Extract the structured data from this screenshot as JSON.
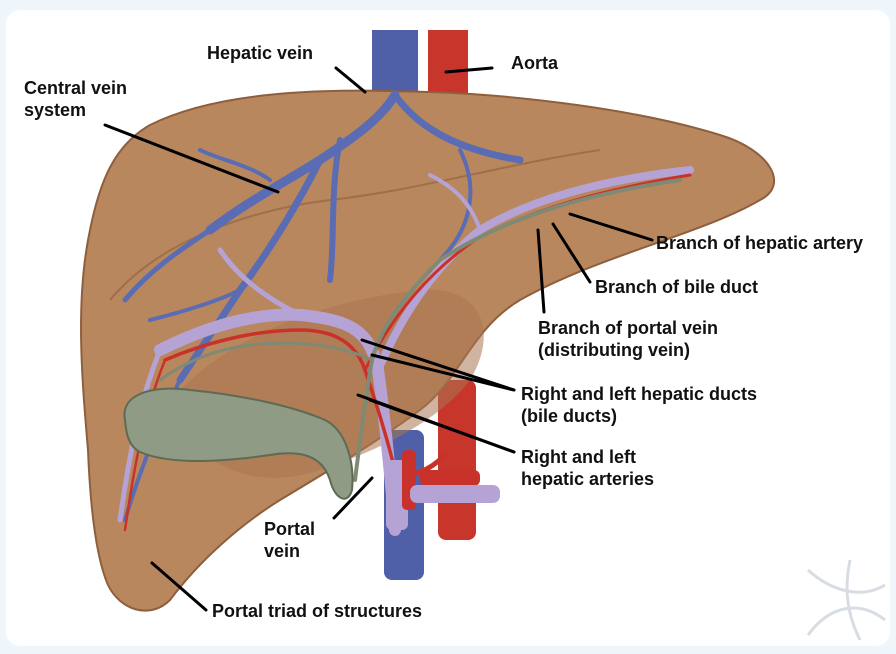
{
  "labels": {
    "hepatic_vein": "Hepatic vein",
    "aorta": "Aorta",
    "central_vein_line1": "Central vein",
    "central_vein_line2": "system",
    "branch_hepatic_artery": "Branch of hepatic artery",
    "branch_bile_duct": "Branch of bile duct",
    "branch_portal_vein_line1": "Branch of portal vein",
    "branch_portal_vein_line2": "(distributing vein)",
    "hepatic_ducts_line1": "Right and left hepatic ducts",
    "hepatic_ducts_line2": "(bile ducts)",
    "hepatic_arteries_line1": "Right and left",
    "hepatic_arteries_line2": "hepatic arteries",
    "portal_vein_line1": "Portal",
    "portal_vein_line2": "vein",
    "portal_triad": "Portal triad of structures"
  },
  "colors": {
    "liver": "#b9875e",
    "liver_shadow": "#9c6c47",
    "vein_blue": "#5a6cb3",
    "artery_red": "#c9322a",
    "portal_purple": "#b6a3d6",
    "bile_green": "#7f8a74",
    "gallbladder": "#8f9b84"
  }
}
